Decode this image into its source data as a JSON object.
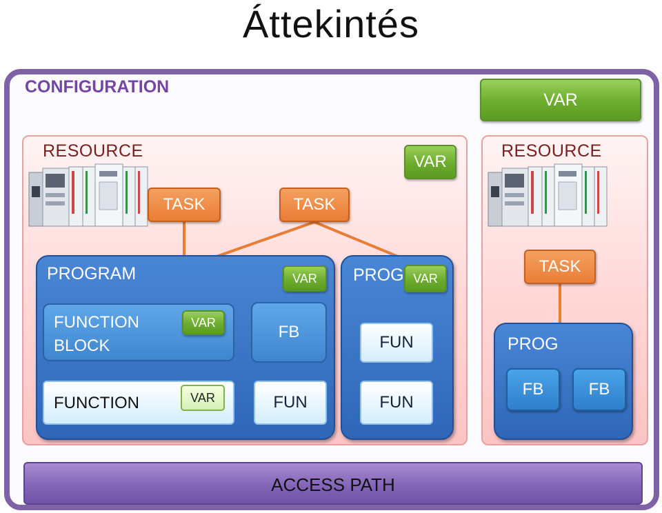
{
  "title": "Áttekintés",
  "configuration": {
    "label": "CONFIGURATION",
    "var_label": "VAR",
    "access_path": "ACCESS PATH"
  },
  "resource_left": {
    "label": "RESOURCE",
    "var_label": "VAR",
    "task1": "TASK",
    "task2": "TASK",
    "program": {
      "label": "PROGRAM",
      "var_label": "VAR",
      "function_block_line1": "FUNCTION",
      "function_block_line2": "BLOCK",
      "function_block_var": "VAR",
      "fb": "FB",
      "function": "FUNCTION",
      "function_var": "VAR",
      "fun": "FUN"
    },
    "prog": {
      "label": "PROG",
      "var_label": "VAR",
      "fun1": "FUN",
      "fun2": "FUN"
    }
  },
  "resource_right": {
    "label": "RESOURCE",
    "task": "TASK",
    "prog": {
      "label": "PROG",
      "fb1": "FB",
      "fb2": "FB"
    }
  },
  "colors": {
    "configuration_border": "#7f62a6",
    "resource_fill": "#ffd6d6",
    "var_green": "#6cac2e",
    "task_orange": "#e97d35",
    "program_blue": "#2f66b8",
    "access_path": "#8466b8"
  }
}
